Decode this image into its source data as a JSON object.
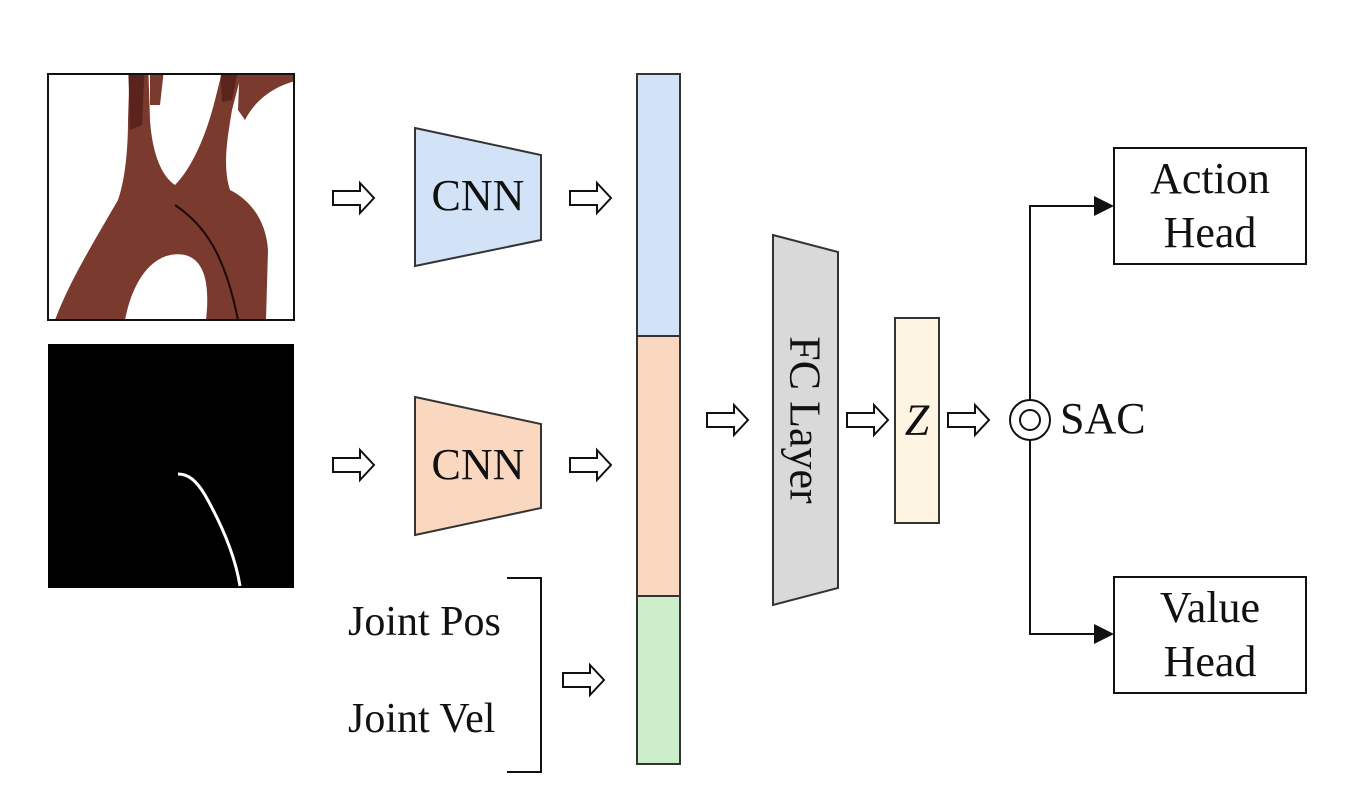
{
  "diagram": {
    "inputs": {
      "rgb_image": "vessel-render",
      "mask_image": "guidewire-mask"
    },
    "encoders": [
      {
        "label": "CNN",
        "color": "#d2e3f7"
      },
      {
        "label": "CNN",
        "color": "#fad8c0"
      }
    ],
    "joint_inputs": [
      "Joint Pos",
      "Joint Vel"
    ],
    "feature_vector": {
      "segment_colors": [
        "#d2e3f7",
        "#fad8c0",
        "#cdeecb"
      ]
    },
    "fc_layer": {
      "label": "FC Layer",
      "color": "#d9d9d9"
    },
    "latent": {
      "label": "Z",
      "color": "#fdf5e2"
    },
    "sac": {
      "label": "SAC"
    },
    "heads": [
      {
        "line1": "Action",
        "line2": "Head"
      },
      {
        "line1": "Value",
        "line2": "Head"
      }
    ],
    "colors": {
      "vessel": "#7a3a2e",
      "vessel_dark": "#5a241c",
      "mask_bg": "#000000",
      "stroke": "#333333"
    }
  }
}
